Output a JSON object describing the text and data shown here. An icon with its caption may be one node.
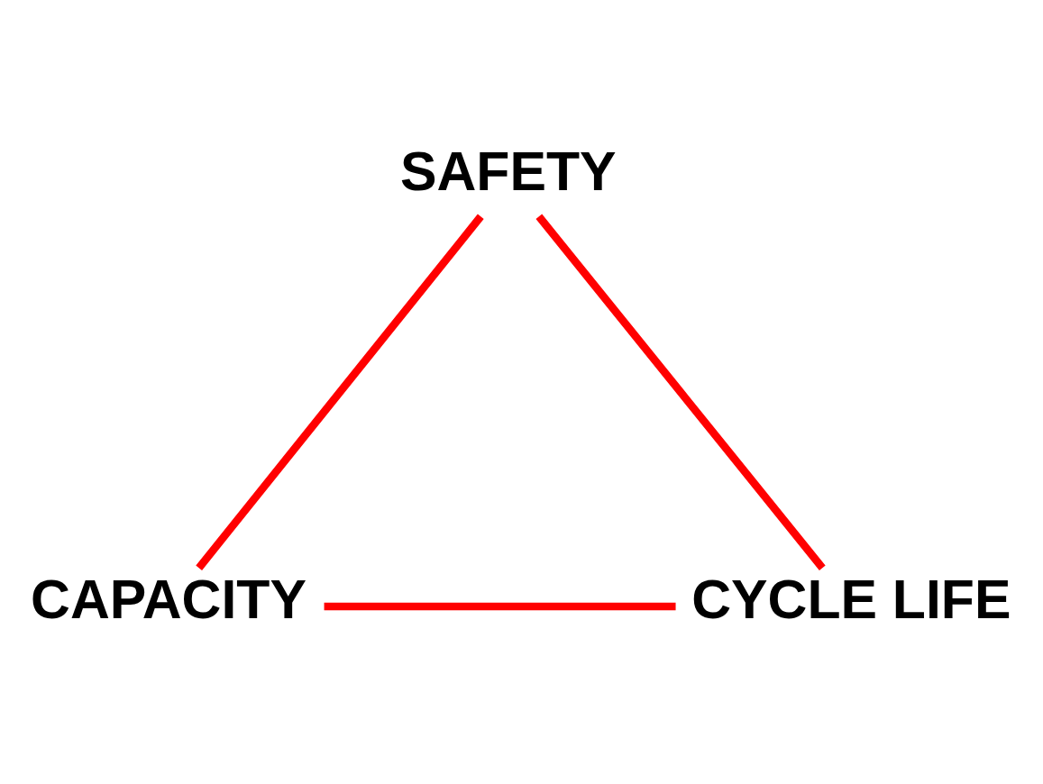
{
  "diagram": {
    "nodes": [
      {
        "text": [
          "SAFETY"
        ]
      },
      {
        "text": [
          "CAPACITY"
        ]
      },
      {
        "text": [
          "CYCLE LIFE"
        ]
      }
    ],
    "edges": [
      {
        "from": 0,
        "to": 1,
        "arrow": "none"
      },
      {
        "from": 1,
        "to": 2,
        "arrow": "none"
      },
      {
        "from": 2,
        "to": 0,
        "arrow": "none"
      }
    ]
  }
}
